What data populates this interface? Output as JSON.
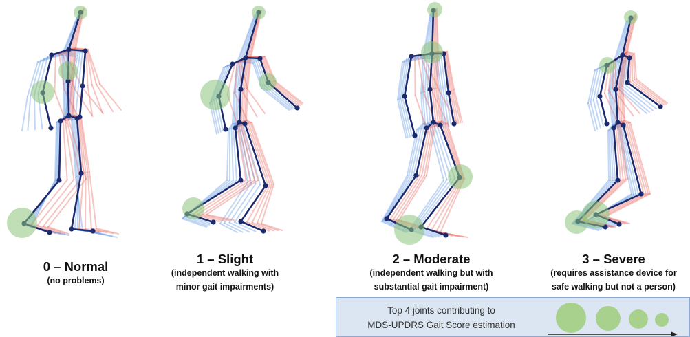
{
  "figure": {
    "panels": [
      {
        "title": "0 – Normal",
        "desc": [
          "(no problems)"
        ]
      },
      {
        "title": "1 – Slight",
        "desc": [
          "(independent walking with",
          "minor gait impairments)"
        ]
      },
      {
        "title": "2 – Moderate",
        "desc": [
          "(independent walking but with",
          "substantial gait impairment)"
        ]
      },
      {
        "title": "3 – Severe",
        "desc": [
          "(requires assistance device for",
          "safe walking but not a person)"
        ]
      }
    ],
    "legend": {
      "line1": "Top 4 joints contributing to",
      "line2": "MDS-UPDRS Gait Score estimation"
    }
  },
  "colors": {
    "skeleton": "#1c2a6e",
    "trace_red": "#e8675e",
    "trace_blue": "#5f95e3",
    "joint_highlight": "#8cc57a",
    "legend_circle": "#a9d18e",
    "legend_bg": "#dce6f2",
    "legend_border": "#8ba9d6"
  }
}
